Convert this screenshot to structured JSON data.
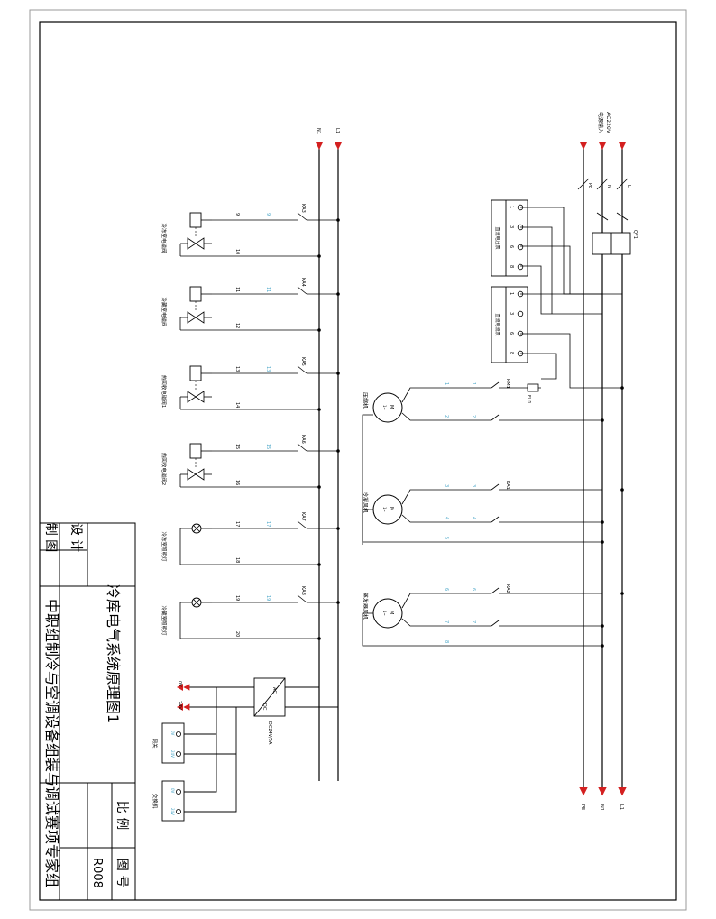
{
  "title_block": {
    "title": "冷库电气系统原理图1",
    "organization": "中职组制冷与空调设备组装与调试赛项专家组",
    "design_label": "设 计",
    "draw_label": "制 图",
    "scale_label": "比 例",
    "drawing_no_label": "图 号",
    "drawing_no": "R008"
  },
  "supply": {
    "label": "AC220V 电源输入",
    "label_line1": "AC220V",
    "label_line2": "电源输入",
    "lines": [
      "L",
      "N",
      "PE"
    ],
    "breaker": "QF1",
    "bottom_lines": [
      "L1",
      "N1",
      "PE"
    ],
    "control_lines": [
      "L1",
      "N1"
    ]
  },
  "meters": [
    {
      "name": "直流电压表",
      "terminals": [
        "1",
        "3",
        "6",
        "8"
      ]
    },
    {
      "name": "直流电流表",
      "terminals": [
        "1",
        "3",
        "6",
        "8"
      ]
    }
  ],
  "fuse": "FU1",
  "motors": [
    {
      "name": "压缩机",
      "contactor": "KM1",
      "wires": [
        "1",
        "2"
      ],
      "symbol": "M",
      "phase": "1~"
    },
    {
      "name": "冷凝风机",
      "contactor": "KA1",
      "wires": [
        "3",
        "4",
        "5"
      ],
      "symbol": "M",
      "phase": "1~"
    },
    {
      "name": "蒸发器风机",
      "contactor": "KA2",
      "wires": [
        "6",
        "7",
        "8"
      ],
      "symbol": "M",
      "phase": "1~"
    }
  ],
  "control_branches": [
    {
      "name": "冷冻室电磁阀",
      "relay": "KA3",
      "wires": [
        "9",
        "10"
      ]
    },
    {
      "name": "冷藏室电磁阀",
      "relay": "KA4",
      "wires": [
        "11",
        "12"
      ]
    },
    {
      "name": "热回收电磁阀1",
      "relay": "KA5",
      "wires": [
        "13",
        "14"
      ]
    },
    {
      "name": "热回收电磁阀2",
      "relay": "KA6",
      "wires": [
        "15",
        "16"
      ]
    },
    {
      "name": "冷冻室照明灯",
      "relay": "KA7",
      "wires": [
        "17",
        "18"
      ]
    },
    {
      "name": "冷藏室照明灯",
      "relay": "KA8",
      "wires": [
        "19",
        "20"
      ]
    }
  ],
  "power_supply": {
    "in": "AC",
    "out": "DC",
    "rating": "DC24V/5A",
    "outputs": [
      "0V",
      "24V"
    ]
  },
  "dc_devices": [
    {
      "name": "网关",
      "terminals": [
        "0V",
        "24V"
      ]
    },
    {
      "name": "交换机",
      "terminals": [
        "0V",
        "24V"
      ]
    }
  ],
  "colors": {
    "line": "#000000",
    "arrow": "#d42020",
    "wire_num": "#4aa6c8"
  }
}
